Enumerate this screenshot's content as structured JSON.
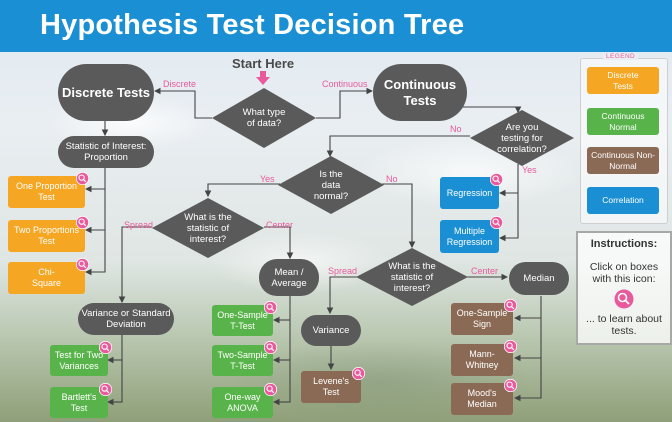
{
  "title": "Hypothesis Test Decision Tree",
  "start": "Start Here",
  "nodes": {
    "discrete_tests": "Discrete Tests",
    "continuous_tests": "Continuous Tests",
    "what_type": "What type of data?",
    "statistic_proportion": "Statistic of Interest: Proportion",
    "one_prop": "One Proportion Test",
    "two_prop": "Two Proportions Test",
    "chi_square": "Chi-Square",
    "correlation_q": "Are you testing for correlation?",
    "regression": "Regression",
    "multiple_regression": "Multiple Regression",
    "normal_q": "Is the data normal?",
    "stat_q_left": "What is the statistic of interest?",
    "stat_q_right": "What is the statistic of interest?",
    "variance_sd": "Variance or Standard Deviation",
    "mean_avg": "Mean / Average",
    "test_two_var": "Test for Two Variances",
    "bartlett": "Bartlett's Test",
    "one_sample_t": "One-Sample T-Test",
    "two_sample_t": "Two-Sample T-Test",
    "one_way_anova": "One-way ANOVA",
    "variance": "Variance",
    "levene": "Levene's Test",
    "median": "Median",
    "one_sample_sign": "One-Sample Sign",
    "mann_whitney": "Mann-Whitney",
    "moods_median": "Mood's Median"
  },
  "edge_labels": {
    "discrete": "Discrete",
    "continuous": "Continuous",
    "no_corr": "No",
    "yes_corr": "Yes",
    "yes_normal": "Yes",
    "no_normal": "No",
    "spread_left": "Spread",
    "center_left": "Center",
    "spread_right": "Spread",
    "center_right": "Center"
  },
  "legend": {
    "title": "LEGEND",
    "discrete": "Discrete Tests",
    "continuous_normal": "Continuous Normal",
    "continuous_non_normal": "Continuous Non-Normal",
    "correlation": "Correlation"
  },
  "instructions": {
    "heading": "Instructions:",
    "line1": "Click on boxes with this icon:",
    "line2": "... to learn about tests."
  },
  "colors": {
    "header": "#1a8fd3",
    "node_gray": "#5a5a5a",
    "discrete": "#f5a623",
    "continuous_normal": "#58b44a",
    "continuous_non_normal": "#8b6a55",
    "correlation": "#1a8fd3",
    "accent_pink": "#e85a9c"
  },
  "icons": {
    "info": "magnifier-icon",
    "start_arrow": "arrow-down-icon"
  }
}
